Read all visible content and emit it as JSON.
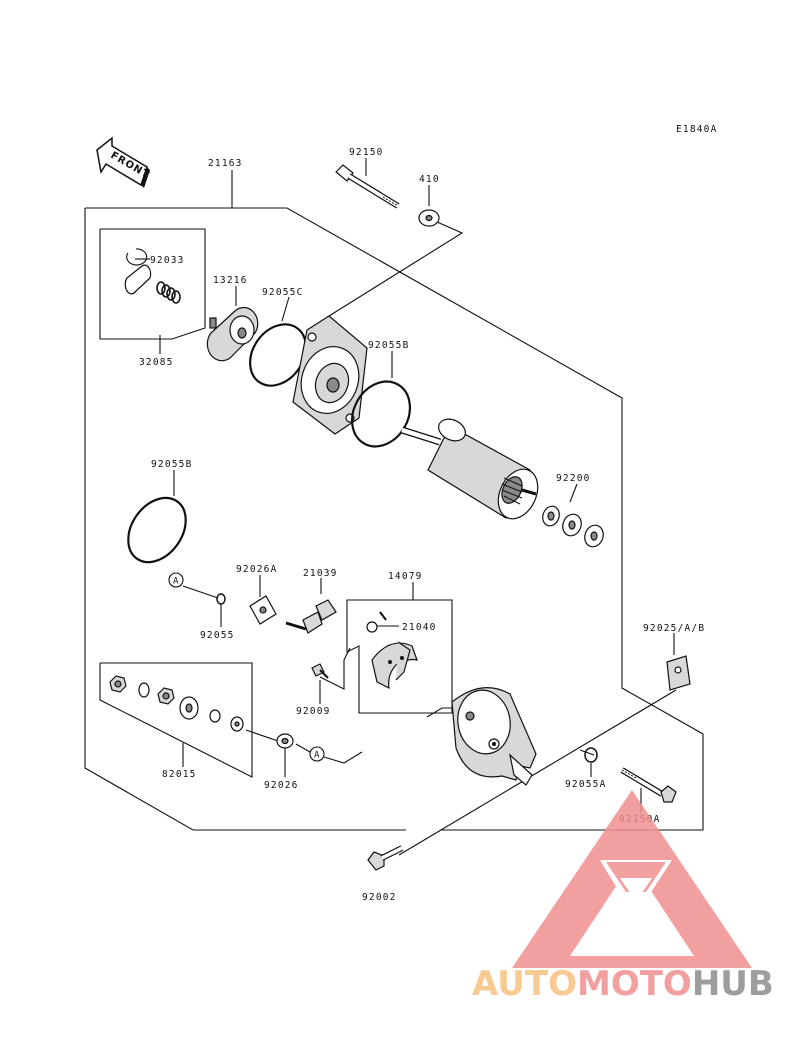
{
  "diagram": {
    "ref_code": "E1840A",
    "front_label": "FRONT",
    "callout_letter": "A",
    "labels": {
      "p21163": "21163",
      "p92150": "92150",
      "p410": "410",
      "p92033": "92033",
      "p32085": "32085",
      "p13216": "13216",
      "p92055C": "92055C",
      "p92055B_upper": "92055B",
      "p92055B_lower": "92055B",
      "p92200": "92200",
      "p92026A": "92026A",
      "p21039": "21039",
      "p14079": "14079",
      "p21040": "21040",
      "p92055": "92055",
      "p92009": "92009",
      "p92025": "92025/A/B",
      "p82015": "82015",
      "p92026": "92026",
      "p92055A": "92055A",
      "p92150A": "92150A",
      "p92002": "92002"
    }
  },
  "watermark": {
    "part1": "AUTO",
    "part2": "MOTO",
    "part3": "HUB",
    "colors": {
      "auto": "#f7c07d",
      "moto": "#f08f8f",
      "hub": "#8d8d8d",
      "triangle": "#f08f8f"
    }
  }
}
